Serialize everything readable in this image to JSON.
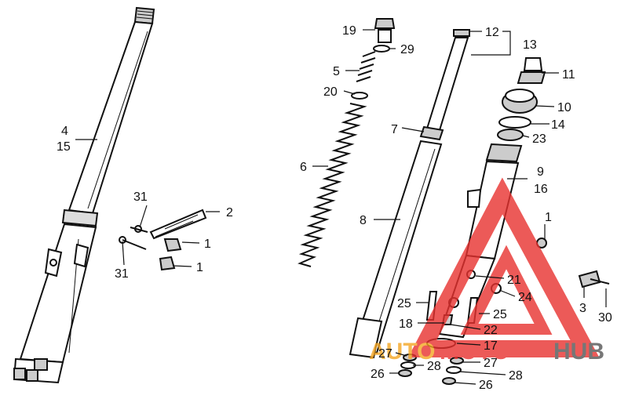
{
  "callouts": {
    "c4": "4",
    "c15": "15",
    "c31a": "31",
    "c31b": "31",
    "c2": "2",
    "c1a": "1",
    "c1b": "1",
    "c19": "19",
    "c29": "29",
    "c5": "5",
    "c20": "20",
    "c6": "6",
    "c8": "8",
    "c12": "12",
    "c13": "13",
    "c7": "7",
    "c11": "11",
    "c10": "10",
    "c14": "14",
    "c23": "23",
    "c9": "9",
    "c16": "16",
    "c1c": "1",
    "c21": "21",
    "c24": "24",
    "c3": "3",
    "c30": "30",
    "c25a": "25",
    "c25b": "25",
    "c18": "18",
    "c22": "22",
    "c17": "17",
    "c27a": "27",
    "c28a": "28",
    "c26a": "26",
    "c27b": "27",
    "c28b": "28",
    "c26b": "26"
  },
  "watermark": {
    "left": "AUTO",
    "middle": "MOTO",
    "right": "HUB",
    "red": "#e8322f",
    "orange": "#f5a623",
    "dark": "#555555"
  }
}
